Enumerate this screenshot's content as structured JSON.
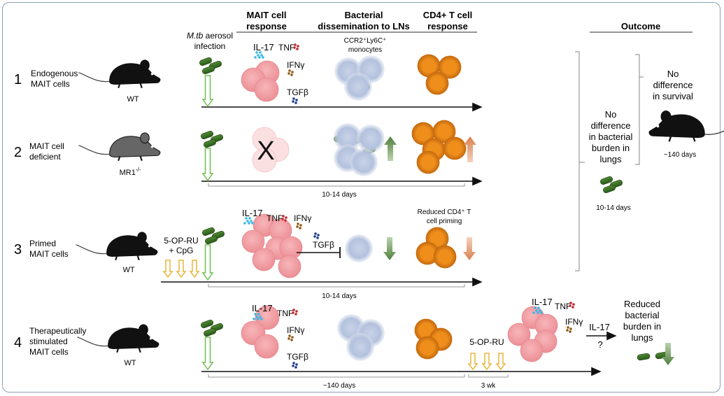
{
  "headers": {
    "mait_response": [
      "MAIT cell",
      "response"
    ],
    "dissemination": [
      "Bacterial",
      "dissemination to LNs"
    ],
    "cd4_response": [
      "CD4+ T cell",
      "response"
    ],
    "outcome": "Outcome"
  },
  "infection_label": {
    "italic": "M.tb",
    "rest": " aerosol",
    "line2": "infection"
  },
  "monocyte_label": [
    "CCR2⁺Ly6C⁺",
    "monocytes"
  ],
  "rows": [
    {
      "number": "1",
      "label": [
        "Endogenous",
        "MAIT cells"
      ],
      "mouse": "WT"
    },
    {
      "number": "2",
      "label": [
        "MAIT cell",
        "deficient"
      ],
      "mouse": "MR1",
      "mouse_sup": "-/-"
    },
    {
      "number": "3",
      "label": [
        "Primed",
        "MAIT cells"
      ],
      "mouse": "WT"
    },
    {
      "number": "4",
      "label": [
        "Therapeutically",
        "stimulated",
        "MAIT cells"
      ],
      "mouse": "WT"
    }
  ],
  "cytokines": {
    "il17": "IL-17",
    "tnf": "TNF",
    "ifng": "IFNγ",
    "tgfb": "TGFβ"
  },
  "deficient_mark": "X",
  "priming": [
    "5-OP-RU",
    "+ CpG"
  ],
  "reduced_priming": [
    "Reduced CD4⁺ T",
    "cell priming"
  ],
  "row4_stim": "5-OP-RU",
  "durations": {
    "row2": "10-14 days",
    "row3": "10-14 days",
    "row4": "~140 days",
    "row4_stim": "3 wk"
  },
  "outcomes": {
    "bacterial": [
      "No",
      "difference",
      "in bacterial",
      "burden in",
      "lungs"
    ],
    "survival": [
      "No",
      "difference",
      "in survival"
    ],
    "survival_time": "~140 days",
    "bacterial_time": "10-14 days",
    "reduced": [
      "Reduced",
      "bacterial",
      "burden in",
      "lungs"
    ],
    "il17_arrow": "IL-17",
    "question": "?"
  },
  "colors": {
    "frame": "#8aa0b6",
    "bacteria": "#3a6b26",
    "mait_cell": "#f0a3a8",
    "monocyte": "#b9c6df",
    "cd4_cell": "#e98a1c",
    "up_down_green": "#5e8a4a",
    "up_down_orange": "#e0946a",
    "arrow_gold": "#e8b63a",
    "il17": "#37b8ea",
    "tnf": "#c0262d",
    "ifng": "#8a5a14",
    "tgfb": "#1d3c8a"
  }
}
